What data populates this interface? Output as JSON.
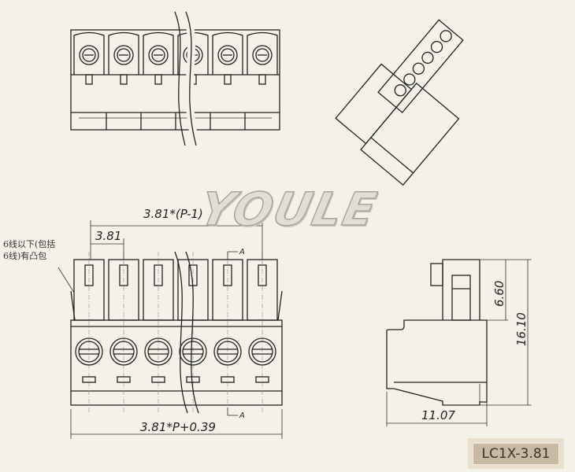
{
  "dimensions": {
    "pitch_span": "3.81*(P-1)",
    "pitch": "3.81",
    "total_width": "3.81*P+0.39",
    "tab_height": "6.60",
    "total_height": "16.10",
    "depth": "11.07",
    "section_mark_top": "A",
    "section_mark_bottom": "A"
  },
  "note": "6线以下(包括6线)有凸包",
  "watermark": "YOULE",
  "part_label": "LC1X-3.81"
}
